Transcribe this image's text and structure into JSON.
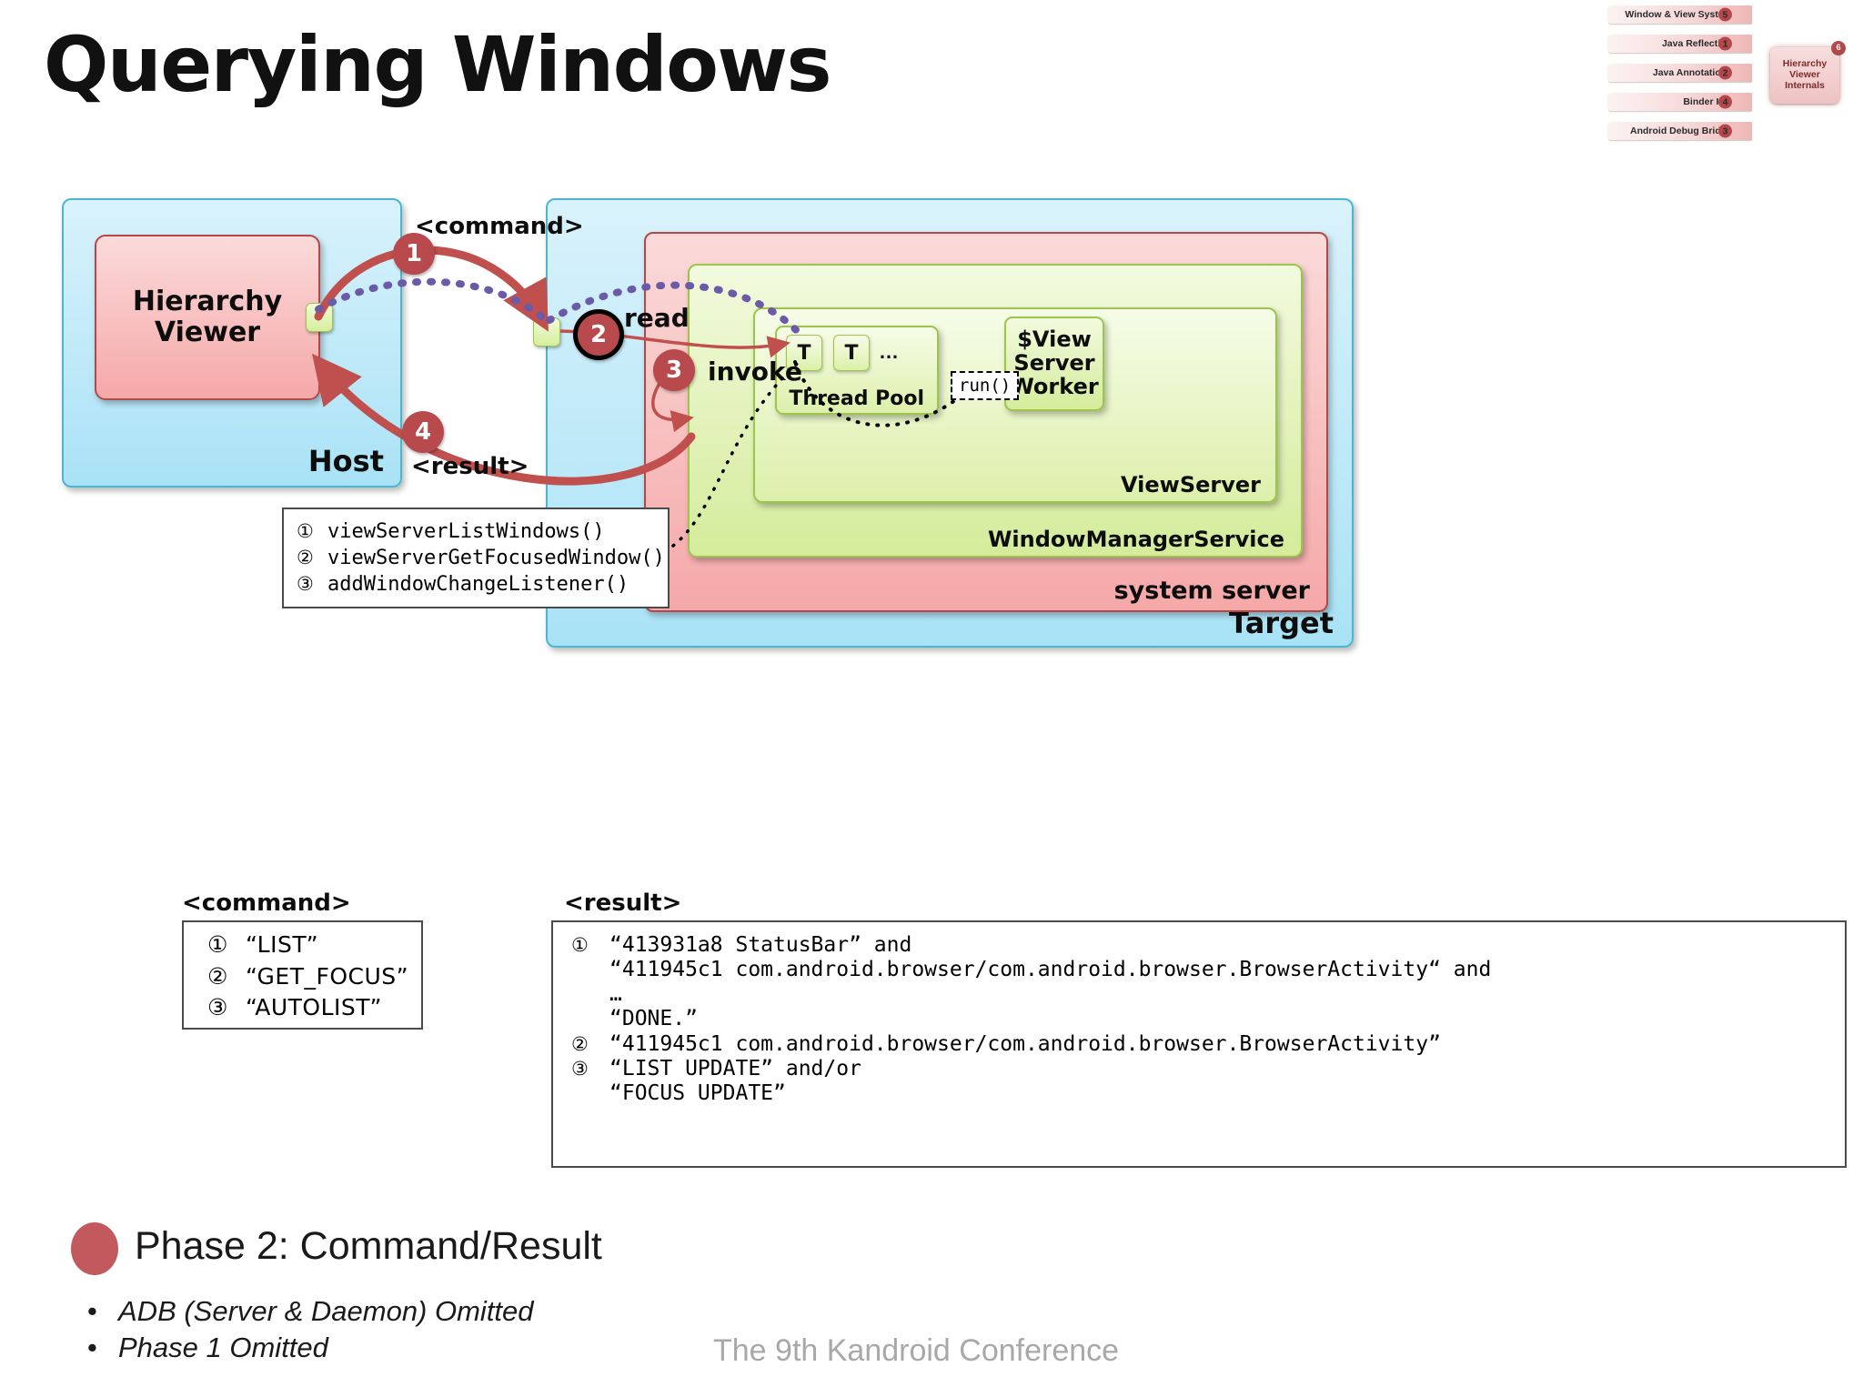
{
  "slide": {
    "title": "Querying Windows",
    "footer_note": "The 9th Kandroid Conference"
  },
  "mini_map": {
    "rows": [
      {
        "label": "Window & View System",
        "badge": "5"
      },
      {
        "label": "Java Reflection",
        "badge": "1"
      },
      {
        "label": "Java Annotations",
        "badge": "2"
      },
      {
        "label": "Binder IPC",
        "badge": "4"
      },
      {
        "label": "Android Debug Bridge",
        "badge": "3"
      }
    ],
    "center": {
      "line1": "Hierarchy",
      "line2": "Viewer",
      "line3": "Internals",
      "badge": "6"
    }
  },
  "diagram": {
    "host_label": "Host",
    "hierarchy_viewer": "Hierarchy\nViewer",
    "target_label": "Target",
    "system_server_label": "system server",
    "window_manager_service_label": "WindowManagerService",
    "view_server_label": "ViewServer",
    "thread_pool_label": "Thread Pool",
    "thread_chip_1": "T",
    "thread_chip_2": "T",
    "thread_dots": "…",
    "worker_label": "$View\nServer\nWorker",
    "run_chip": "run()",
    "badges": [
      {
        "id": "1",
        "caption": "<command>"
      },
      {
        "id": "2",
        "caption": "read"
      },
      {
        "id": "3",
        "caption": "invoke"
      },
      {
        "id": "4",
        "caption": "<result>"
      }
    ]
  },
  "methods": {
    "items": [
      {
        "num": "①",
        "text": "viewServerListWindows()"
      },
      {
        "num": "②",
        "text": "viewServerGetFocusedWindow()"
      },
      {
        "num": "③",
        "text": "addWindowChangeListener()"
      }
    ]
  },
  "command_panel": {
    "label": "<command>",
    "items": [
      {
        "num": "①",
        "text": "“LIST”"
      },
      {
        "num": "②",
        "text": "“GET_FOCUS”"
      },
      {
        "num": "③",
        "text": "“AUTOLIST”"
      }
    ]
  },
  "result_panel": {
    "label": "<result>",
    "lines": [
      {
        "num": "①",
        "text": "“413931a8 StatusBar” and"
      },
      {
        "num": "",
        "text": "“411945c1 com.android.browser/com.android.browser.BrowserActivity“ and"
      },
      {
        "num": "",
        "text": "…"
      },
      {
        "num": "",
        "text": "“DONE.”"
      },
      {
        "num": "②",
        "text": "“411945c1 com.android.browser/com.android.browser.BrowserActivity”"
      },
      {
        "num": "③",
        "text": "“LIST UPDATE” and/or"
      },
      {
        "num": "",
        "text": "“FOCUS UPDATE”"
      }
    ]
  },
  "footer": {
    "phase_title": "Phase 2: Command/Result",
    "bullets": [
      {
        "dot": "•",
        "text": "ADB (Server & Daemon) Omitted"
      },
      {
        "dot": "•",
        "text": "Phase 1 Omitted"
      }
    ]
  },
  "colors": {
    "accent_red": "#b8494c",
    "blue_fill": "#a9e2f6",
    "pink_fill": "#f5a8a8",
    "green_fill": "#d4ec9b",
    "dotted_purple": "#6b5aa8"
  }
}
